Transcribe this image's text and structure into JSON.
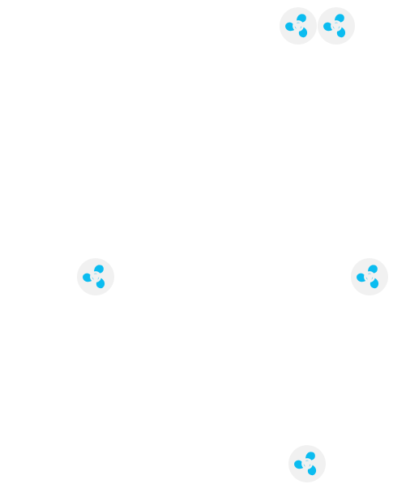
{
  "canvas": {
    "background": "#ffffff"
  },
  "style": {
    "icon_color": "#0bbcf0",
    "button_background": "#f1f1f1"
  },
  "fans": [
    {
      "id": "fan-1",
      "icon": "fan-icon"
    },
    {
      "id": "fan-2",
      "icon": "fan-icon"
    },
    {
      "id": "fan-3",
      "icon": "fan-icon"
    },
    {
      "id": "fan-4",
      "icon": "fan-icon"
    },
    {
      "id": "fan-5",
      "icon": "fan-icon"
    }
  ]
}
